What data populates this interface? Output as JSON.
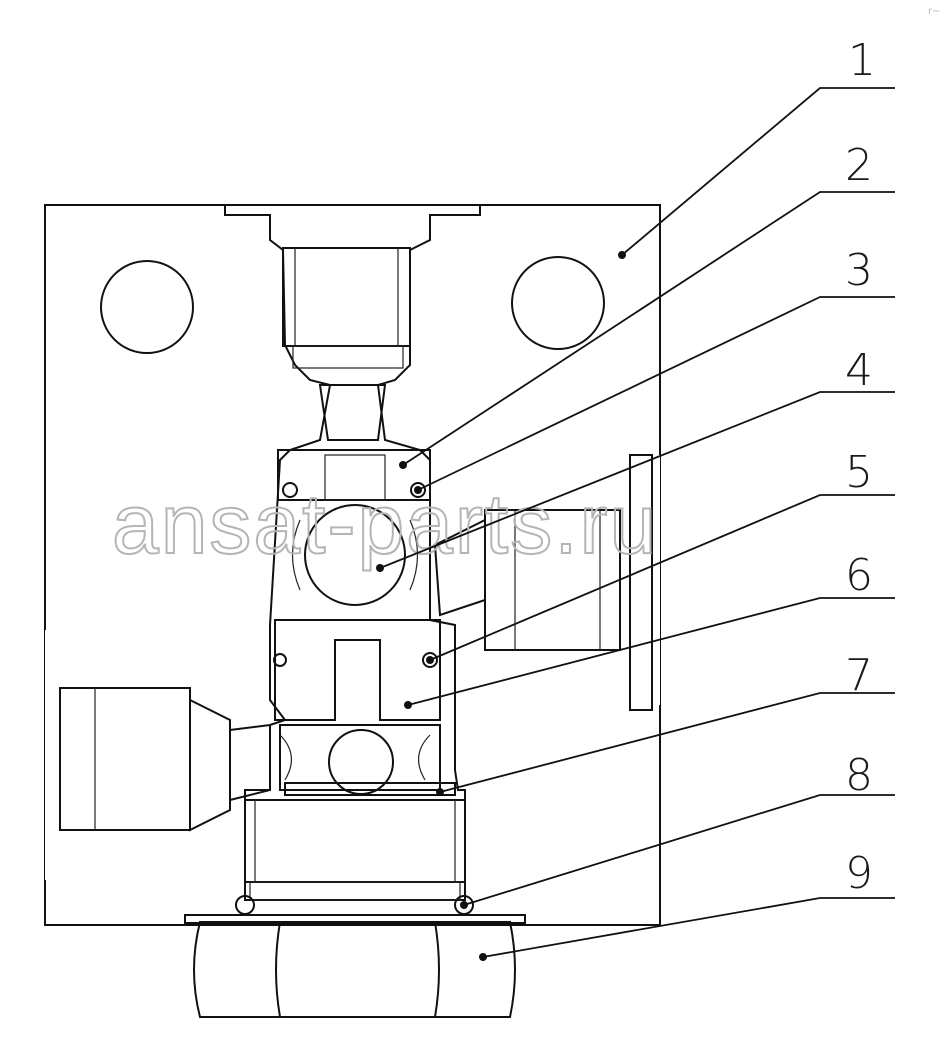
{
  "diagram": {
    "watermark": "ansat-parts.ru",
    "corner_mark": "r~",
    "callouts": [
      {
        "label": "1"
      },
      {
        "label": "2"
      },
      {
        "label": "3"
      },
      {
        "label": "4"
      },
      {
        "label": "5"
      },
      {
        "label": "6"
      },
      {
        "label": "7"
      },
      {
        "label": "8"
      },
      {
        "label": "9"
      }
    ]
  }
}
